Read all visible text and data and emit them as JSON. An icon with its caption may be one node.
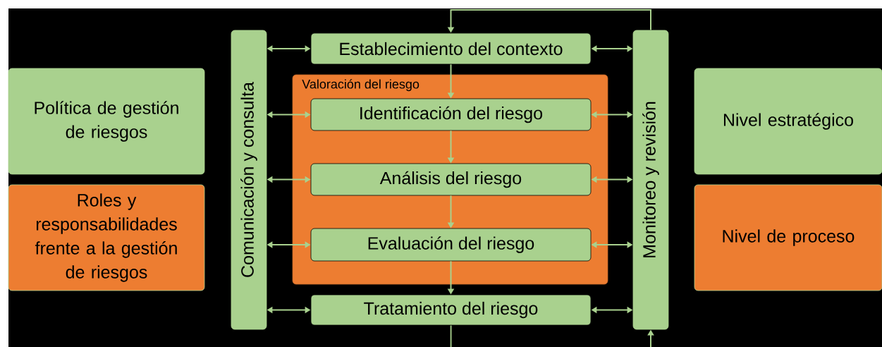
{
  "diagram": {
    "nodes": [
      {
        "text": [
          "Política de gestión de riesgos"
        ]
      },
      {
        "text": [
          "Roles y responsabilidades frente a la gestión de riesgos"
        ]
      },
      {
        "text": [
          "Comunicación y consulta"
        ]
      },
      {
        "text": [
          "Establecimiento del contexto"
        ]
      },
      {
        "text": [
          "Valoración del riesgo"
        ]
      },
      {
        "text": [
          "Identificación del riesgo"
        ],
        "in": 4
      },
      {
        "text": [
          "Análisis del riesgo"
        ],
        "in": 4
      },
      {
        "text": [
          "Evaluación del riesgo"
        ],
        "in": 4
      },
      {
        "text": [
          "Tratamiento del riesgo"
        ]
      },
      {
        "text": [
          "Monitoreo y revisión"
        ]
      },
      {
        "text": [
          "Nivel estratégico"
        ]
      },
      {
        "text": [
          "Nivel de proceso"
        ]
      }
    ],
    "edges": [
      {
        "from": 2,
        "to": 3,
        "arrow": "both"
      },
      {
        "from": 3,
        "to": 9,
        "arrow": "both"
      },
      {
        "from": 2,
        "to": 5,
        "arrow": "both"
      },
      {
        "from": 5,
        "to": 9,
        "arrow": "both"
      },
      {
        "from": 2,
        "to": 6,
        "arrow": "both"
      },
      {
        "from": 6,
        "to": 9,
        "arrow": "both"
      },
      {
        "from": 2,
        "to": 7,
        "arrow": "both"
      },
      {
        "from": 7,
        "to": 9,
        "arrow": "both"
      },
      {
        "from": 2,
        "to": 8,
        "arrow": "both"
      },
      {
        "from": 8,
        "to": 9,
        "arrow": "both"
      },
      {
        "from": 3,
        "to": 5,
        "arrow": "to"
      },
      {
        "from": 5,
        "to": 6,
        "arrow": "to"
      },
      {
        "from": 6,
        "to": 7,
        "arrow": "to"
      },
      {
        "from": 7,
        "to": 8,
        "arrow": "to"
      },
      {
        "from": 9,
        "to": 3,
        "arrow": "to"
      },
      {
        "from": 8,
        "to": null,
        "arrow": "none"
      },
      {
        "from": null,
        "to": 9,
        "arrow": "to"
      }
    ]
  }
}
